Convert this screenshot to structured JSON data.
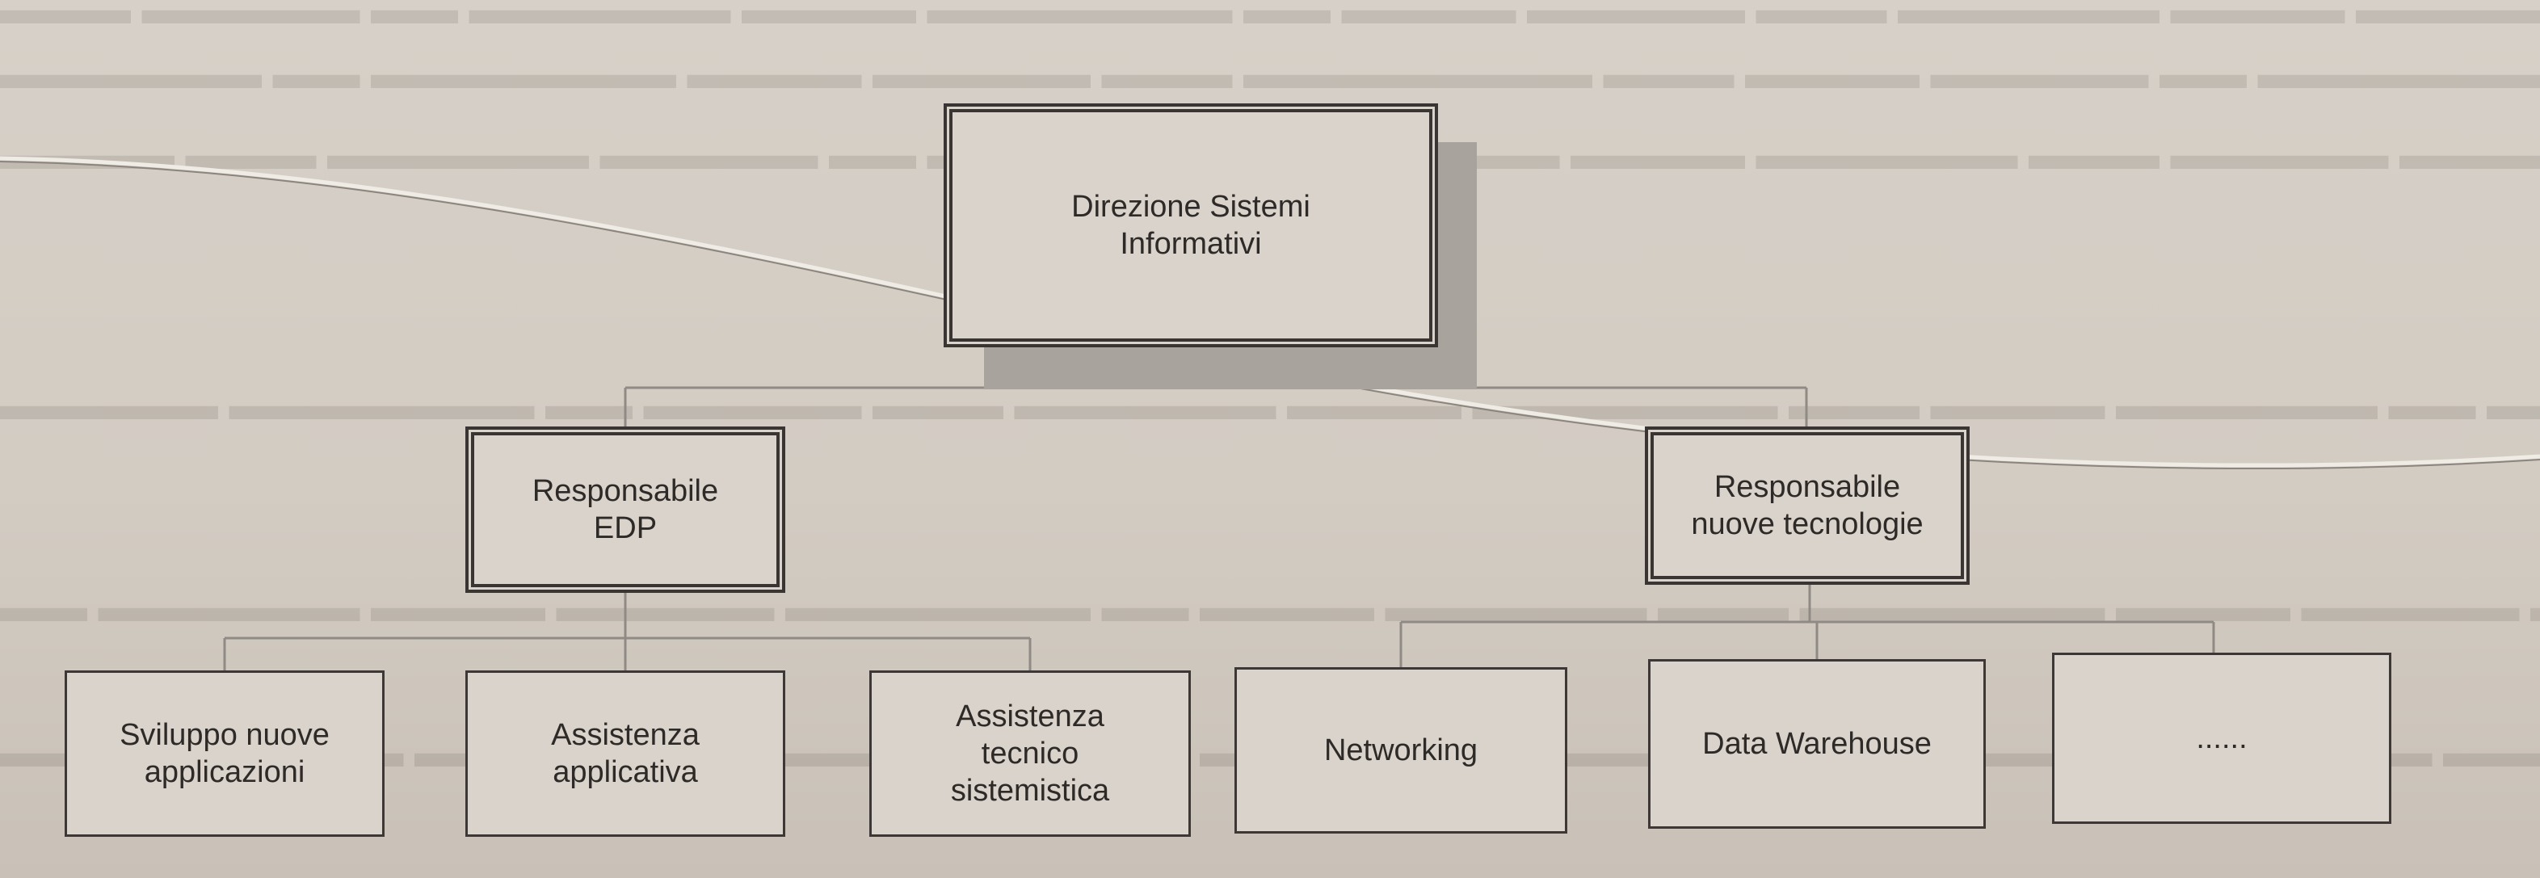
{
  "diagram": {
    "root": {
      "label": "Direzione Sistemi\nInformativi"
    },
    "managers": [
      {
        "label": "Responsabile\nEDP",
        "children": [
          "Sviluppo nuove\napplicazioni",
          "Assistenza\napplicativa",
          "Assistenza\ntecnico\nsistemistica"
        ]
      },
      {
        "label": "Responsabile\nnuove tecnologie",
        "children": [
          "Networking",
          "Data Warehouse",
          "......"
        ]
      }
    ]
  },
  "colors": {
    "paper": "#d6d0c8",
    "lines": "#8f8a85",
    "box_border": "#3a3532",
    "shadow": "#a9a39d"
  }
}
